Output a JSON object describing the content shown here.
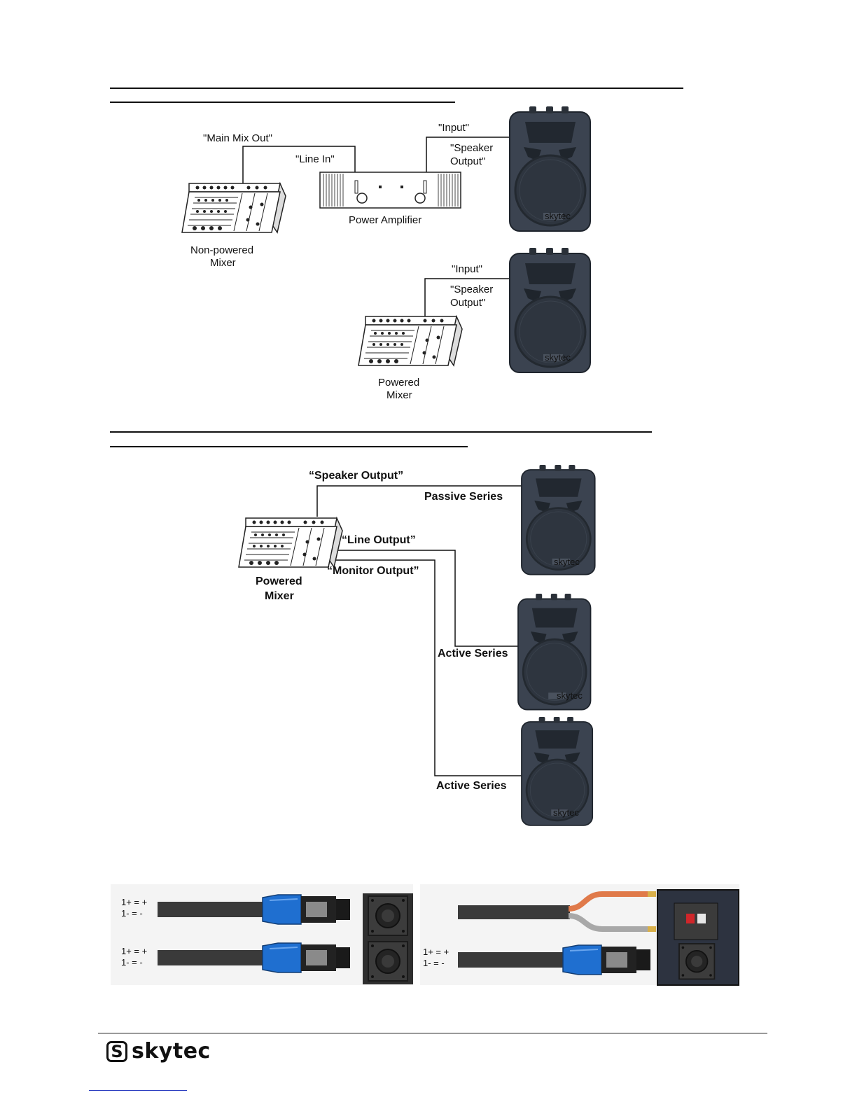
{
  "diagram1": {
    "main_mix_out": "\"Main Mix Out\"",
    "line_in": "\"Line In\"",
    "input": "\"Input\"",
    "speaker_output_line1": "\"Speaker",
    "speaker_output_line2": "Output\"",
    "power_amplifier": "Power Amplifier",
    "non_powered_line1": "Non-powered",
    "non_powered_line2": "Mixer"
  },
  "diagram2": {
    "input": "\"Input\"",
    "speaker_output_line1": "\"Speaker",
    "speaker_output_line2": "Output\"",
    "powered_line1": "Powered",
    "powered_line2": "Mixer"
  },
  "diagram3": {
    "speaker_output": "“Speaker Output”",
    "passive_series": "Passive Series",
    "line_output": "“Line Output”",
    "monitor_output": "“Monitor Output”",
    "powered_line1": "Powered",
    "powered_line2": "Mixer",
    "active_series_1": "Active Series",
    "active_series_2": "Active Series"
  },
  "wiring": {
    "plus": "1+ = +",
    "minus": "1- = -"
  },
  "speaker_badge": "skytec",
  "footer": {
    "logo_mark": "S",
    "logo_text": "skytec"
  },
  "colors": {
    "speaker_body": "#3b4350",
    "connector_blue": "#1f6fd0",
    "wire_red": "#e07a4a",
    "wire_grey": "#a8a8a8"
  }
}
